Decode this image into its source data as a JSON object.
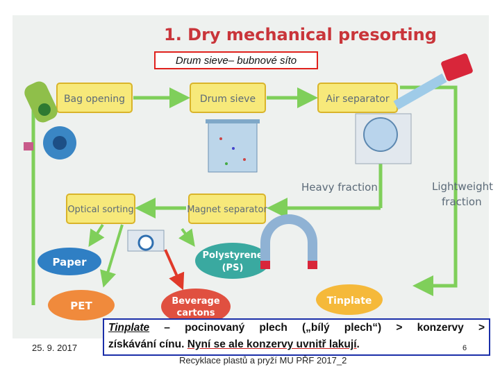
{
  "diagram": {
    "title": "1. Dry mechanical presorting",
    "boxes": {
      "bag_opening": "Bag opening",
      "drum_sieve": "Drum sieve",
      "air_separator": "Air separator",
      "optical_sorting": "Optical sorting",
      "magnet_separator": "Magnet  separator"
    },
    "labels": {
      "heavy_fraction": "Heavy fraction",
      "lightweight_line1": "Lightweight",
      "lightweight_line2": "fraction"
    },
    "outputs": {
      "paper": "Paper",
      "polystyrene_line1": "Polystyrene",
      "polystyrene_line2": "(PS)",
      "pet": "PET",
      "beverage_line1": "Beverage",
      "beverage_line2": "cartons",
      "tinplate": "Tinplate"
    }
  },
  "callout": {
    "term": "Drum sieve",
    "rest": " – bubnové síto"
  },
  "note": {
    "line1_term": "Tinplate",
    "line1_words": [
      "–",
      "pocinovaný",
      "plech",
      "(„bílý",
      "plech“)",
      ">",
      "konzervy",
      ">"
    ],
    "line2_start": "získávání cínu. ",
    "line2_underlined": "Nyní se ale konzervy uvnitř  lakují",
    "line2_end": "."
  },
  "slide": {
    "date": "25. 9. 2017",
    "footer": "Recyklace plastů a pryží MU PŘF 2017_2",
    "page_number": "6"
  },
  "colors": {
    "box_fill": "#f7e97a",
    "box_border": "#d9b42a",
    "arrow": "#7fcf5a",
    "box_text": "#5b6a78",
    "paper": "#2f7fc4",
    "polystyrene": "#3aa9a0",
    "pet": "#f08a3c",
    "beverage": "#e05040",
    "tinplate": "#f5b93a",
    "background": "#eef1ef"
  }
}
